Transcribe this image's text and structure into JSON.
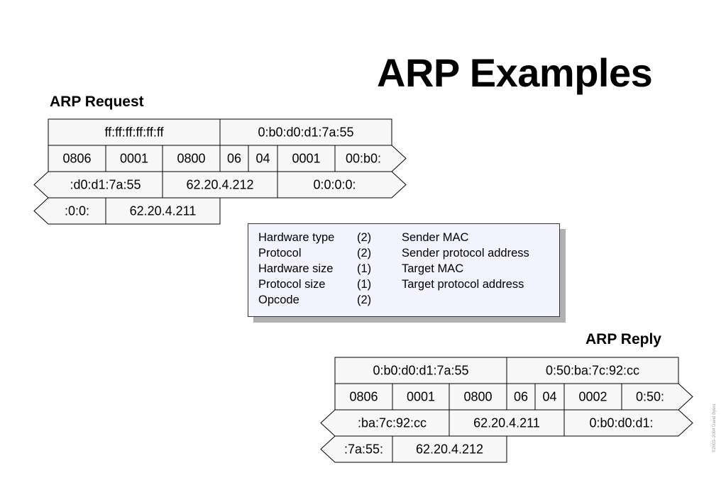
{
  "title": "ARP Examples",
  "request": {
    "heading": "ARP Request",
    "rows": [
      [
        "ff:ff:ff:ff:ff:ff",
        "0:b0:d0:d1:7a:55"
      ],
      [
        "0806",
        "0001",
        "0800",
        "06",
        "04",
        "0001",
        "00:b0:"
      ],
      [
        ":d0:d1:7a:55",
        "62.20.4.212",
        "0:0:0:0:"
      ],
      [
        ":0:0:",
        "62.20.4.211"
      ]
    ]
  },
  "reply": {
    "heading": "ARP Reply",
    "rows": [
      [
        "0:b0:d0:d1:7a:55",
        "0:50:ba:7c:92:cc"
      ],
      [
        "0806",
        "0001",
        "0800",
        "06",
        "04",
        "0002",
        "0:50:"
      ],
      [
        ":ba:7c:92:cc",
        "62.20.4.211",
        "0:b0:d0:d1:"
      ],
      [
        ":7a:55:",
        "62.20.4.212"
      ]
    ]
  },
  "legend": {
    "items": [
      {
        "field": "Hardware type",
        "size": "(2)",
        "field2": "Sender MAC"
      },
      {
        "field": "Protocol",
        "size": "(2)",
        "field2": "Sender protocol address"
      },
      {
        "field": "Hardware size",
        "size": "(1)",
        "field2": "Target MAC"
      },
      {
        "field": "Protocol size",
        "size": "(1)",
        "field2": "Target protocol address"
      },
      {
        "field": "Opcode",
        "size": "(2)",
        "field2": ""
      }
    ]
  },
  "colors": {
    "cell_fill": "#f7f7f7",
    "cell_border": "#000000",
    "legend_fill": "#f3f3fd",
    "legend_shadow": "#b0b0b0"
  },
  "copyright": "©2003–2004 David Byers"
}
